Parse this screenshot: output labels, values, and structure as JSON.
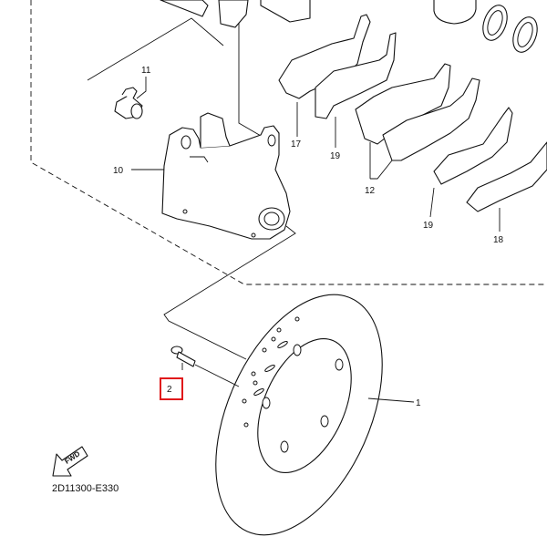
{
  "labels": {
    "p1": "1",
    "p2": "2",
    "p10": "10",
    "p11": "11",
    "p12": "12",
    "p17": "17",
    "p18": "18",
    "p19a": "19",
    "p19b": "19"
  },
  "fwd_text": "FWD",
  "diagram_code": "2D11300-E330",
  "highlight_color": "#e0191b"
}
